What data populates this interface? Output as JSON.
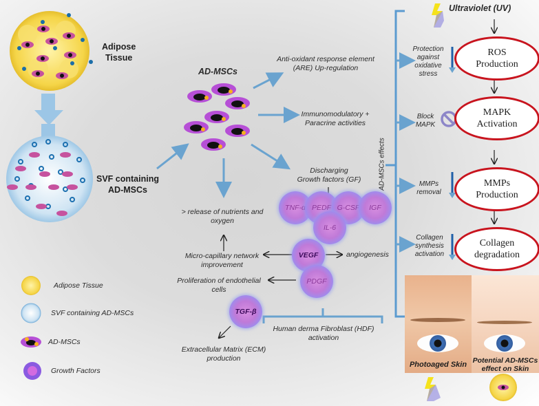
{
  "source": {
    "adipose_label": [
      "Adipose",
      "Tissue"
    ],
    "svf_label": [
      "SVF containing",
      "AD-MSCs"
    ]
  },
  "center": {
    "ad_mscs_title": "AD-MSCs",
    "are_label": [
      "Anti-oxidant response element",
      "(ARE) Up-regulation"
    ],
    "immuno_label": [
      "Immunomodulatory +",
      "Paracrine activities"
    ],
    "discharging_label": [
      "Discharging",
      "Growth factors (GF)"
    ],
    "release_label": [
      "> release of nutrients and",
      "oxygen"
    ],
    "microcap_label": [
      "Micro-capillary network",
      "improvement"
    ],
    "angiogenesis_label": "angiogenesis",
    "prolif_label": [
      "Proliferation of endothelial",
      "cells"
    ],
    "ecm_label": [
      "Extracellular Matrix (ECM)",
      "production"
    ],
    "hdf_label": [
      "Human derma Fibroblast (HDF)",
      "activation"
    ],
    "effects_label": "AD-MSCs effects"
  },
  "growth_factors": {
    "tnf": "TNF-α",
    "pedf": "PEDF",
    "gcsf": "G-CSF",
    "igf": "IGF",
    "il6": "IL-6",
    "vegf": "VEGF",
    "pdgf": "PDGF",
    "tgf": "TGF-β"
  },
  "pathway": {
    "uv_label": "Ultraviolet (UV)",
    "steps": [
      {
        "label": [
          "ROS",
          "Production"
        ],
        "effect": [
          "Protection",
          "against",
          "oxidative",
          "stress"
        ]
      },
      {
        "label": [
          "MAPK",
          "Activation"
        ],
        "effect": [
          "Block",
          "MAPK"
        ]
      },
      {
        "label": [
          "MMPs",
          "Production"
        ],
        "effect": [
          "MMPs",
          "removal"
        ]
      },
      {
        "label": [
          "Collagen",
          "degradation"
        ],
        "effect": [
          "Collagen",
          "synthesis",
          "activation"
        ]
      }
    ],
    "oval_color": "#c8141e"
  },
  "skin": {
    "left_label": "Photoaged Skin",
    "right_label": [
      "Potential AD-MSCs",
      "effect on Skin"
    ]
  },
  "legend": {
    "items": [
      {
        "icon": "adipose-tissue-icon",
        "label": "Adipose Tissue"
      },
      {
        "icon": "svf-icon",
        "label": "SVF containing AD-MSCs"
      },
      {
        "icon": "ad-mscs-icon",
        "label": "AD-MSCs"
      },
      {
        "icon": "growth-factor-icon",
        "label": "Growth Factors"
      }
    ]
  },
  "colors": {
    "arrow_blue": "#6aa3cf",
    "bracket_blue": "#5b9bd0"
  }
}
